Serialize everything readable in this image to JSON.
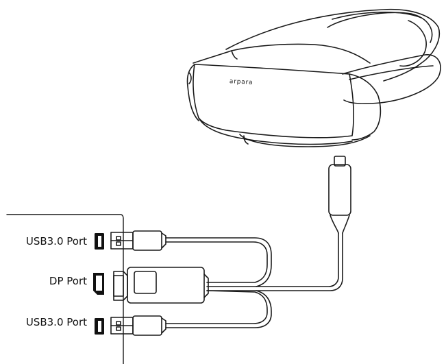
{
  "headset": {
    "brand": "arpara",
    "brand_icon": "headset-icon"
  },
  "ports": [
    {
      "id": "usb-top",
      "label": "USB3.0 Port",
      "icon": "usb-port-icon"
    },
    {
      "id": "dp",
      "label": "DP Port",
      "icon": "displayport-icon"
    },
    {
      "id": "usb-bot",
      "label": "USB3.0 Port",
      "icon": "usb-port-icon"
    }
  ],
  "colors": {
    "line": "#1a1a1a",
    "port_fill": "#111111",
    "background": "#ffffff"
  }
}
